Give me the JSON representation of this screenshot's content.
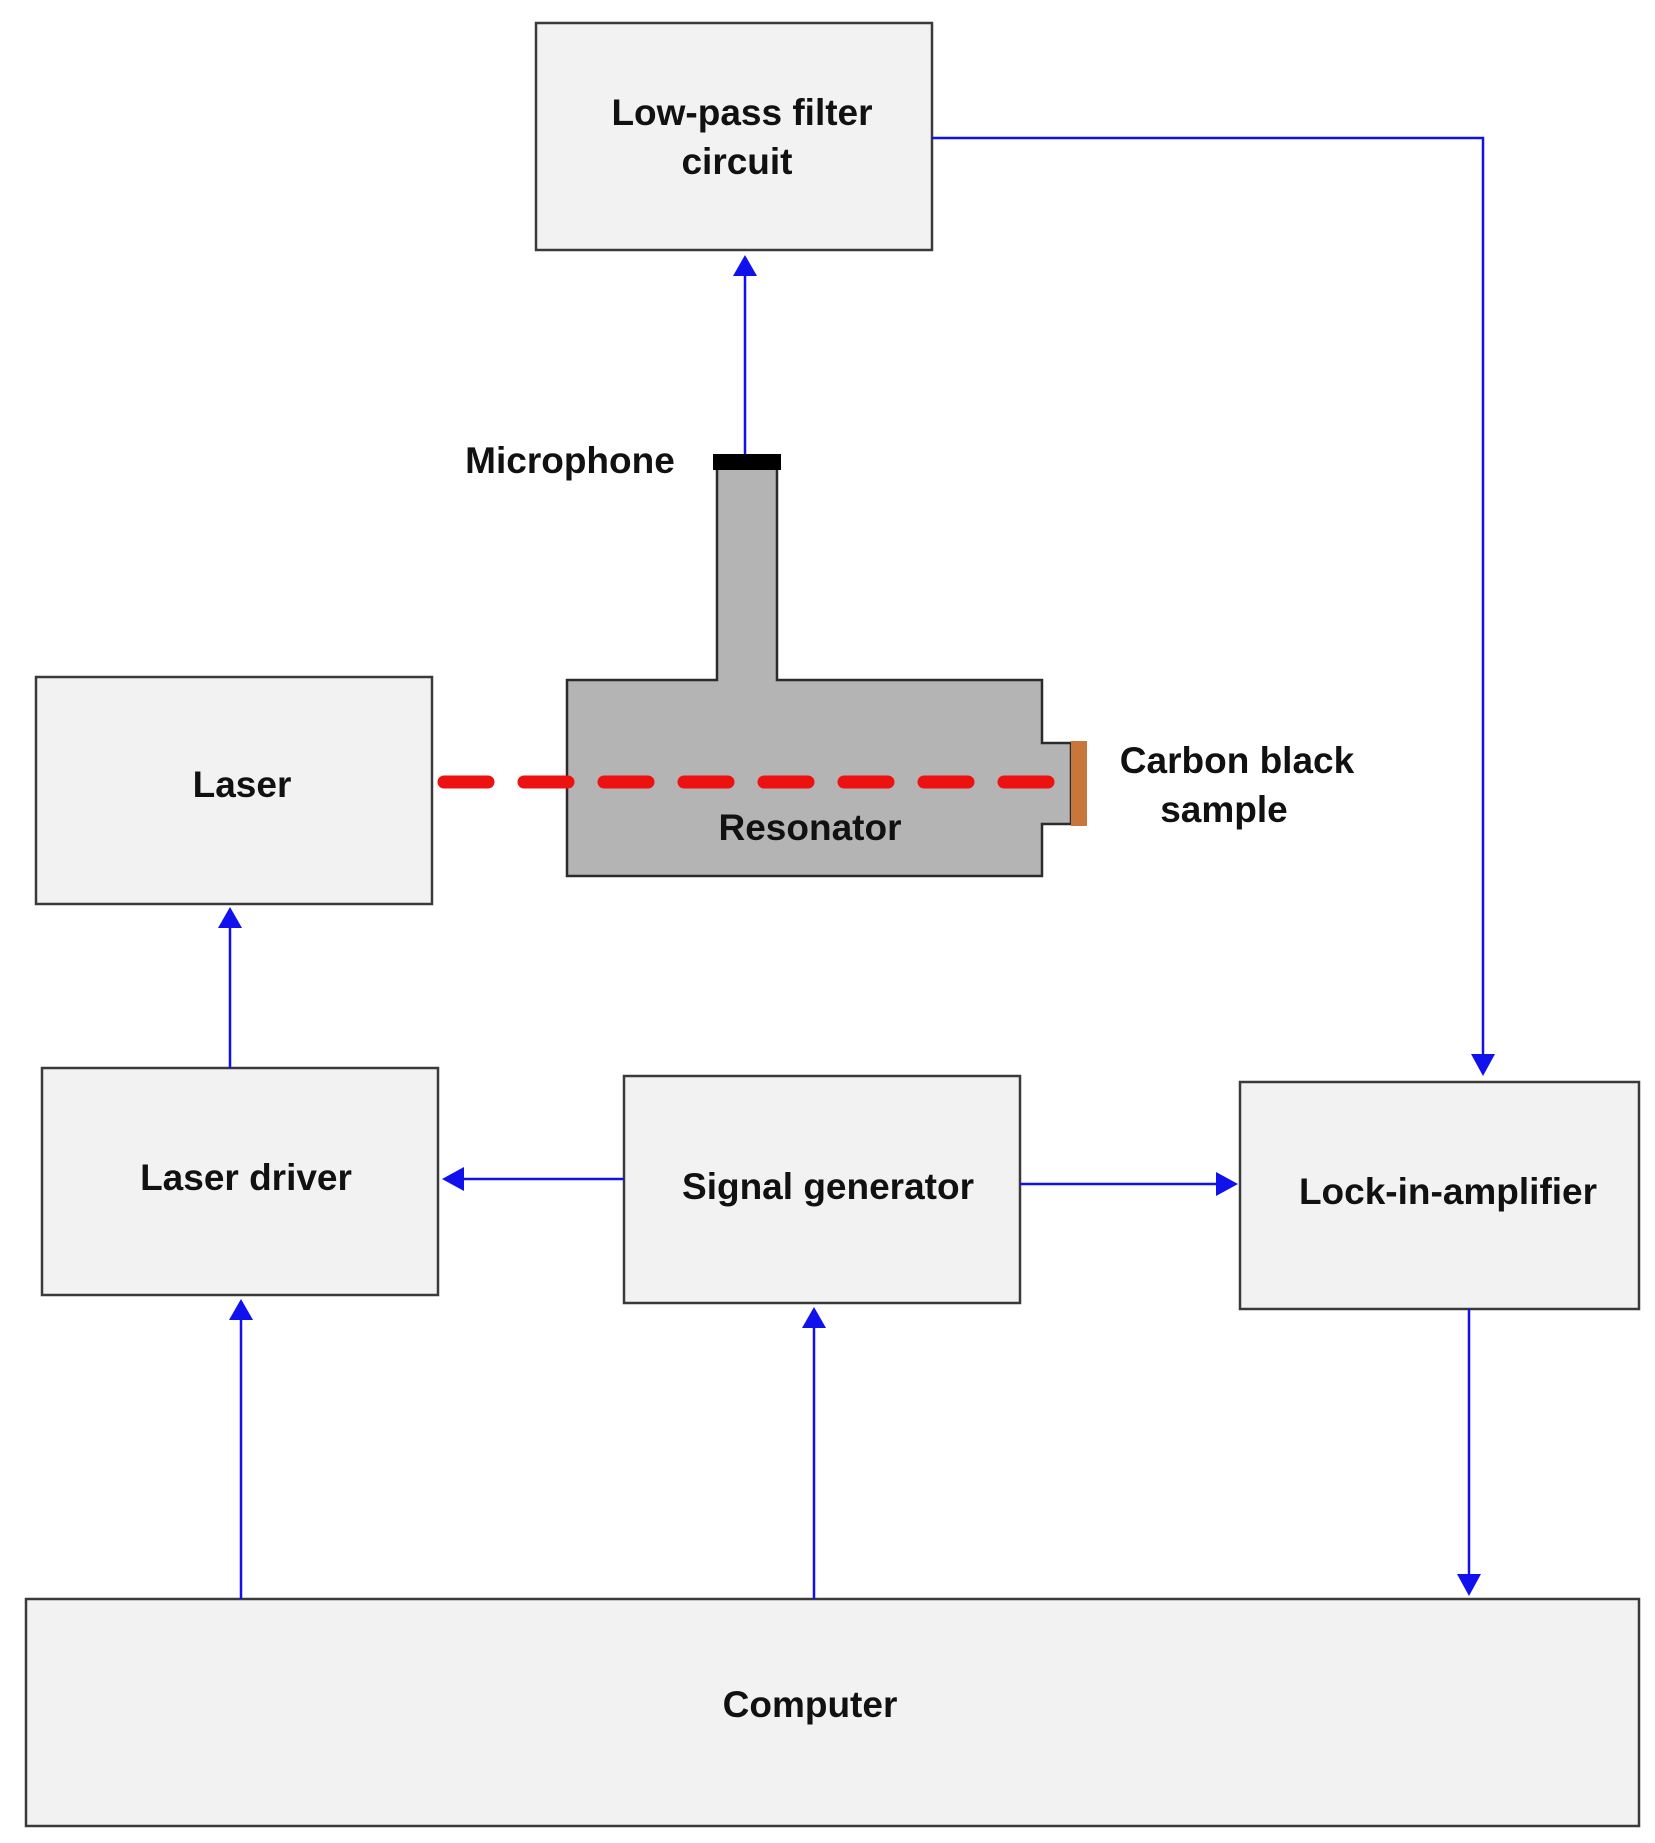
{
  "blocks": {
    "lowpass_line1": "Low-pass filter",
    "lowpass_line2": "circuit",
    "laser": "Laser",
    "laser_driver": "Laser driver",
    "signal_generator": "Signal generator",
    "lockin": "Lock-in-amplifier",
    "computer": "Computer"
  },
  "parts": {
    "microphone": "Microphone",
    "resonator": "Resonator",
    "sample_line1": "Carbon black",
    "sample_line2": "sample"
  },
  "colors": {
    "signal_wire": "#1111ee",
    "laser_beam": "#ee1111",
    "box_fill": "#f2f2f2",
    "resonator_fill": "#b4b4b4",
    "sample": "#c8763a"
  }
}
